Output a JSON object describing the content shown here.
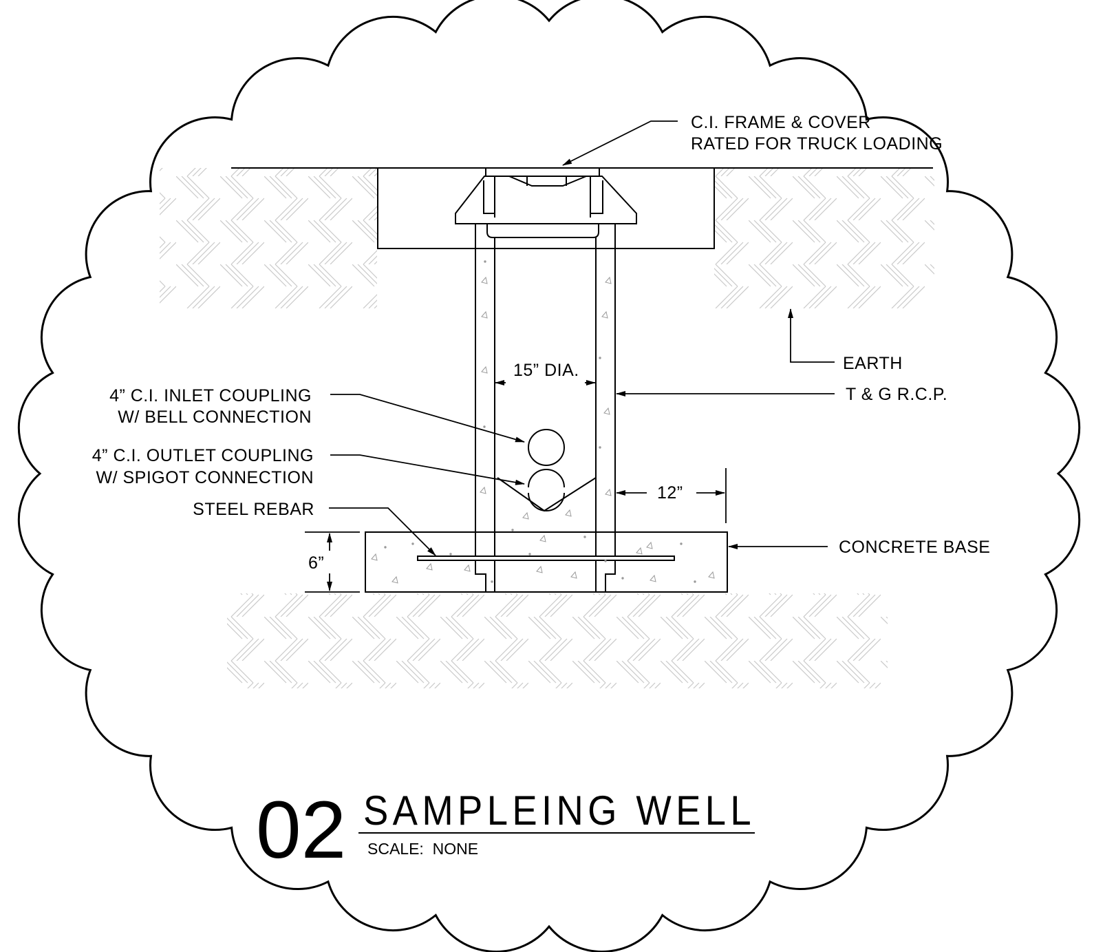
{
  "labels": {
    "frame_cover_1": "C.I. FRAME & COVER",
    "frame_cover_2": "RATED FOR TRUCK LOADING",
    "earth": "EARTH",
    "rcp": "T & G R.C.P.",
    "diameter": "15” DIA.",
    "inlet_1": "4” C.I. INLET COUPLING",
    "inlet_2": "W/ BELL CONNECTION",
    "outlet_1": "4” C.I. OUTLET COUPLING",
    "outlet_2": "W/ SPIGOT CONNECTION",
    "rebar": "STEEL REBAR",
    "dim_12": "12”",
    "dim_6": "6”",
    "concrete_base": "CONCRETE BASE"
  },
  "title": {
    "number": "02",
    "name": "SAMPLEING WELL",
    "scale": "SCALE:  NONE"
  },
  "colors": {
    "ink": "#000000",
    "hatch": "#c8c8c8",
    "aggregate": "#9a9a9a"
  }
}
